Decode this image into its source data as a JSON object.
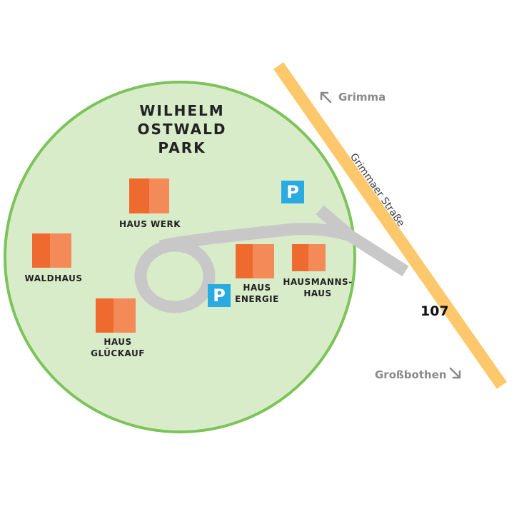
{
  "park": {
    "title": "WILHELM\nOSTWALD\nPARK"
  },
  "buildings": [
    {
      "id": "haus-werk",
      "label": "HAUS WERK"
    },
    {
      "id": "waldhaus",
      "label": "WALDHAUS"
    },
    {
      "id": "haus-gluckauf",
      "label": "HAUS\nGLÜCKAUF"
    },
    {
      "id": "haus-energie",
      "label": "HAUS\nENERGIE"
    },
    {
      "id": "hausmannshaus",
      "label": "HAUSMANNS-\nHAUS"
    }
  ],
  "parking": [
    {
      "id": "parking-north",
      "label": "P"
    },
    {
      "id": "parking-center",
      "label": "P"
    }
  ],
  "roads": {
    "street_name": "Grimmaer Straße",
    "road_number": "107",
    "destination_north": "Grimma",
    "destination_south": "Großbothen"
  },
  "colors": {
    "park_fill": "#d9ecc9",
    "park_border": "#7cc35a",
    "road": "#fdc86b",
    "driveway": "#c8c8c8",
    "building_dark": "#ef6a2e",
    "building_light": "#f48a57",
    "parking": "#29abe2",
    "destination_text": "#8a8a8a"
  },
  "icons": {
    "north_arrow": "arrow-up-left-icon",
    "south_arrow": "arrow-down-right-icon"
  }
}
